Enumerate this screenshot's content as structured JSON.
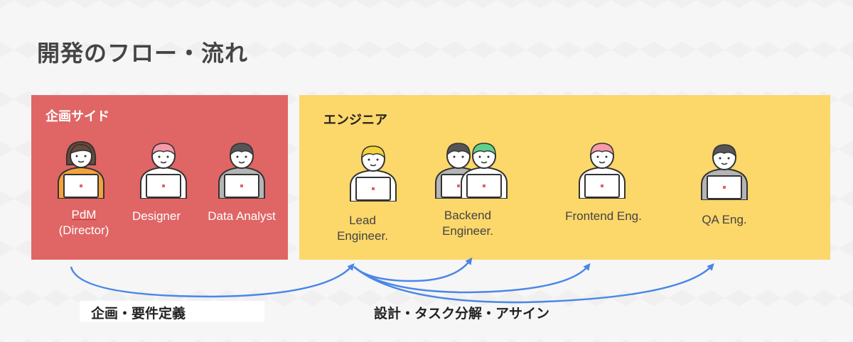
{
  "title": "開発のフロー・流れ",
  "planning": {
    "heading": "企画サイド",
    "pdm_line1": "PdM",
    "pdm_line2": "(Director)",
    "designer": "Designer",
    "analyst": "Data Analyst"
  },
  "engineers": {
    "heading": "エンジニア",
    "lead_line1": "Lead",
    "lead_line2": "Engineer.",
    "backend_line1": "Backend",
    "backend_line2": "Engineer.",
    "frontend": "Frontend Eng.",
    "qa": "QA Eng."
  },
  "flows": {
    "planning_flow": "企画・要件定義",
    "design_flow": "設計・タスク分解・アサイン"
  },
  "colors": {
    "planning_panel": "#e06565",
    "engineer_panel": "#fcd76a",
    "arrow": "#4a86e8"
  }
}
